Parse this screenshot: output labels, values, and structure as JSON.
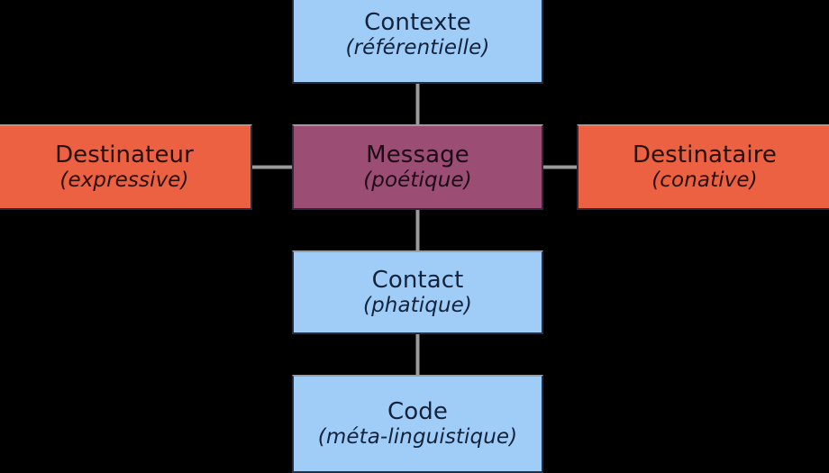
{
  "diagram": {
    "title": "Jakobson communication functions diagram",
    "background_color": "#000000",
    "colors": {
      "blue_fill": "#a0cdf8",
      "orange_fill": "#ec6141",
      "purple_fill": "#9c4d74",
      "border": "#2b2b3a",
      "connector": "#9b9b9b",
      "blue_text": "#13233b",
      "orange_text": "#27100a",
      "purple_text": "#1c0a14"
    },
    "nodes": [
      {
        "id": "contexte",
        "title": "Contexte",
        "subtitle": "(référentielle)",
        "color": "blue"
      },
      {
        "id": "destinateur",
        "title": "Destinateur",
        "subtitle": "(expressive)",
        "color": "orange"
      },
      {
        "id": "message",
        "title": "Message",
        "subtitle": "(poétique)",
        "color": "purple"
      },
      {
        "id": "destinataire",
        "title": "Destinataire",
        "subtitle": "(conative)",
        "color": "orange"
      },
      {
        "id": "contact",
        "title": "Contact",
        "subtitle": "(phatique)",
        "color": "blue"
      },
      {
        "id": "code",
        "title": "Code",
        "subtitle": "(méta-linguistique)",
        "color": "blue"
      }
    ],
    "connectors": [
      {
        "id": "contexte-message",
        "from": "contexte",
        "to": "message",
        "orientation": "vertical"
      },
      {
        "id": "destinateur-message",
        "from": "destinateur",
        "to": "message",
        "orientation": "horizontal"
      },
      {
        "id": "message-destinataire",
        "from": "message",
        "to": "destinataire",
        "orientation": "horizontal"
      },
      {
        "id": "message-contact",
        "from": "message",
        "to": "contact",
        "orientation": "vertical"
      },
      {
        "id": "contact-code",
        "from": "contact",
        "to": "code",
        "orientation": "vertical"
      }
    ]
  }
}
